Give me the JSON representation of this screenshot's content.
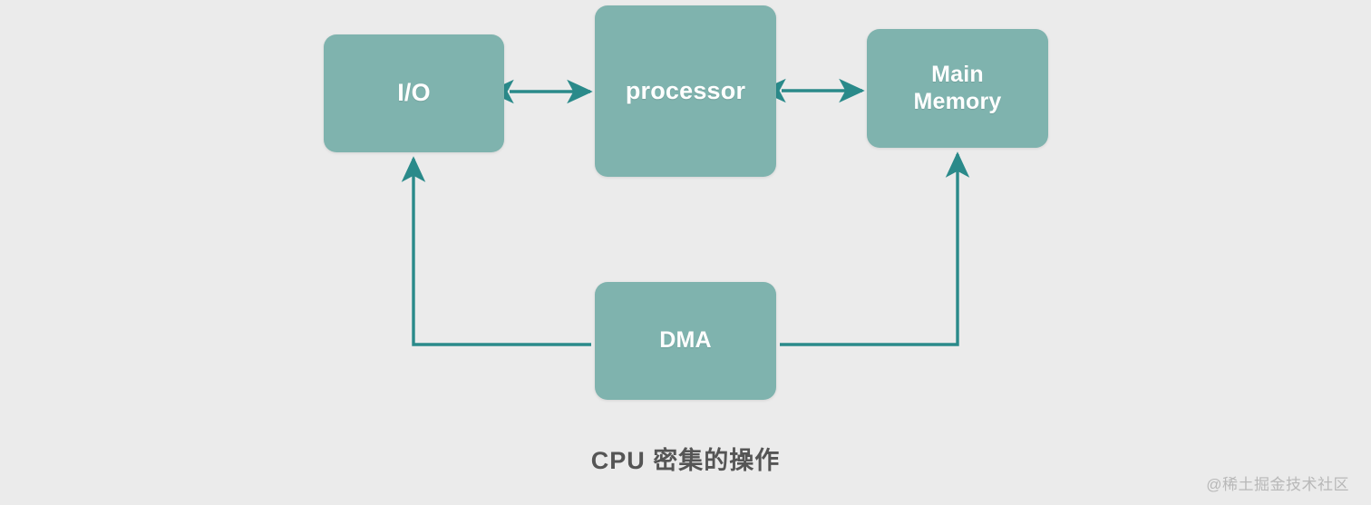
{
  "diagram": {
    "title": "CPU 密集的操作",
    "background_color": "#ebebeb",
    "node_fill_color": "#7fb3ae",
    "node_text_color": "#ffffff",
    "connector_color": "#2a8a8a",
    "caption_color": "#555555",
    "nodes": [
      {
        "id": "io",
        "label": "I/O"
      },
      {
        "id": "processor",
        "label": "processor"
      },
      {
        "id": "main_memory",
        "label": "Main\nMemory"
      },
      {
        "id": "dma",
        "label": "DMA"
      }
    ],
    "connectors": [
      {
        "id": "io-processor",
        "from": "io",
        "to": "processor",
        "style": "double-arrow",
        "orientation": "horizontal"
      },
      {
        "id": "processor-main-memory",
        "from": "processor",
        "to": "main_memory",
        "style": "double-arrow",
        "orientation": "horizontal"
      },
      {
        "id": "dma-io",
        "from": "dma",
        "to": "io",
        "style": "single-arrow",
        "orientation": "elbow-up-left"
      },
      {
        "id": "dma-main-memory",
        "from": "dma",
        "to": "main_memory",
        "style": "single-arrow",
        "orientation": "elbow-up-right"
      }
    ]
  },
  "watermark": {
    "text": "@稀土掘金技术社区"
  }
}
